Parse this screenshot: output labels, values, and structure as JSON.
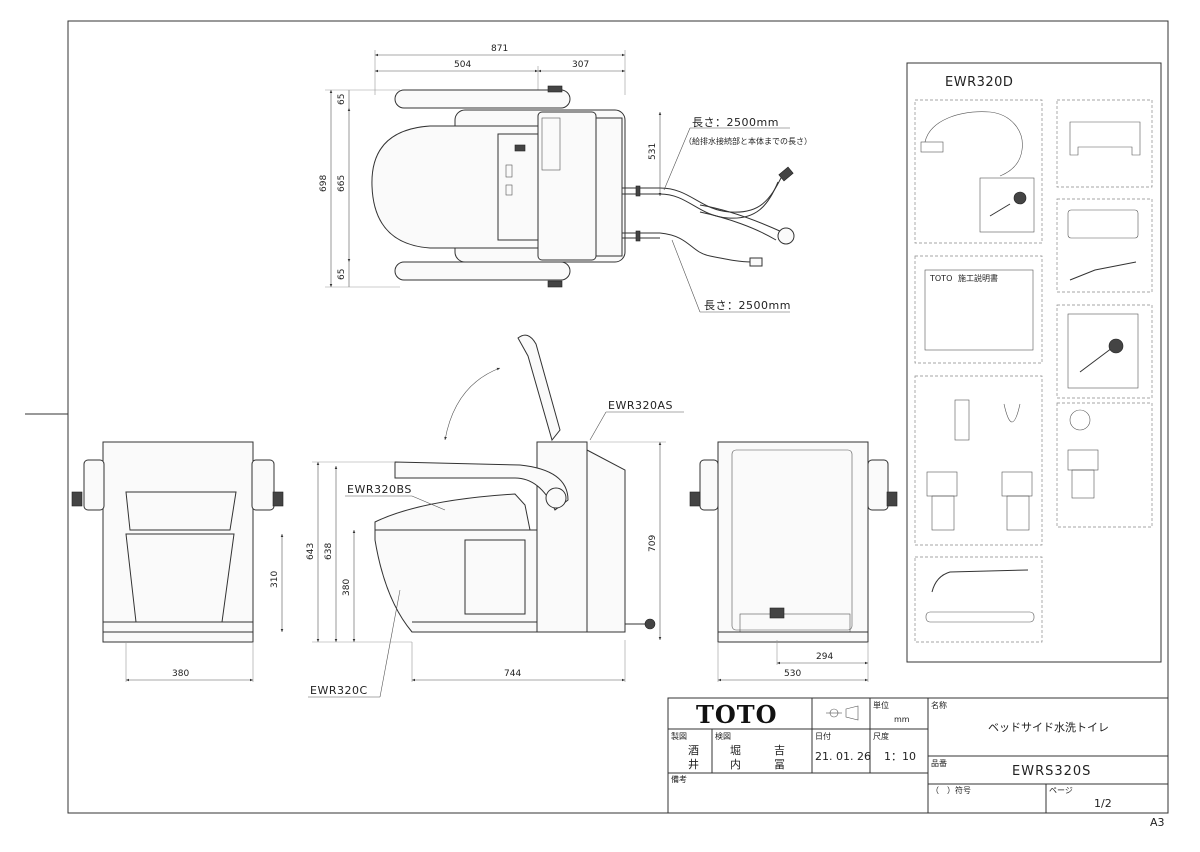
{
  "sheet": {
    "paper_size": "A3"
  },
  "top_view": {
    "dims": {
      "total_width": "871",
      "left_width": "504",
      "right_width": "307",
      "total_depth": "698",
      "mid_depth": "665",
      "arm_top": "65",
      "arm_bottom": "65",
      "hose_depth": "531"
    },
    "hose_upper_label": "長さ：2500mm",
    "hose_upper_note": "（給排水接続部と本体までの長さ）",
    "hose_lower_label": "長さ：2500mm"
  },
  "front_view": {
    "dims": {
      "width": "380",
      "height": "310"
    }
  },
  "side_view": {
    "labels": {
      "arm_part": "EWR320AS",
      "seat_part": "EWR320BS",
      "body_part": "EWR320C"
    },
    "dims": {
      "height_total": "643",
      "height_seat": "638",
      "height_low": "380",
      "depth": "744",
      "height_back": "709"
    }
  },
  "rear_view": {
    "dims": {
      "width": "530",
      "offset": "294"
    }
  },
  "accessories": {
    "title": "EWR320D",
    "manual_brand": "TOTO",
    "manual_title": "施工説明書"
  },
  "title_block": {
    "brand": "TOTO",
    "unit_label": "単位",
    "unit_value": "mm",
    "name_label": "名称",
    "name_value": "ベッドサイド水洗トイレ",
    "drawn_label": "製図",
    "drawn_line1": "酒",
    "drawn_line2": "井",
    "checked_label": "検図",
    "checked_line1": "堀　　　吉",
    "checked_line2": "内　　　冨",
    "date_label": "日付",
    "date_value": "21. 01. 26",
    "scale_label": "尺度",
    "scale_value": "1：10",
    "number_label": "品番",
    "number_value": "EWRS320S",
    "remarks_label": "備考",
    "symbol_label": "（　）符号",
    "page_label": "ページ",
    "page_value": "1/2"
  }
}
